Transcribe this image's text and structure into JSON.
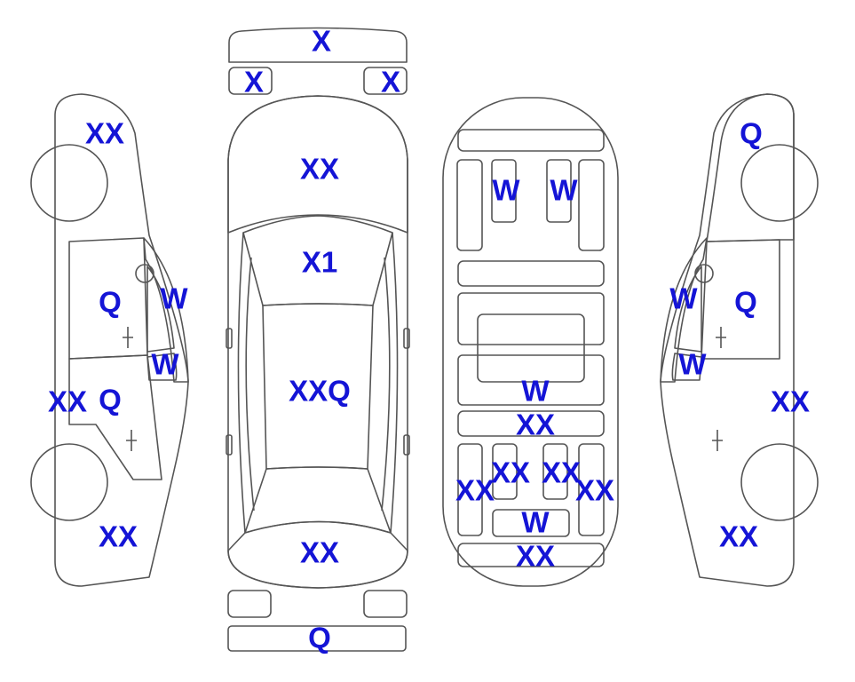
{
  "colors": {
    "orange": "#F9A52F",
    "light_blue": "#DFF6FB",
    "outline": "#555555",
    "label": "#1414D6",
    "white": "#FFFFFF"
  },
  "labels": {
    "top_strip": "X",
    "top_left_tab": "X",
    "top_right_tab": "X",
    "hood": "XX",
    "windshield": "X1",
    "roof": "XXQ",
    "trunk_top": "XX",
    "rear_bumper": "Q",
    "left_front_fender": "XX",
    "left_front_door": "Q",
    "left_front_window": "W",
    "left_rear_window": "W",
    "left_rear_door": "Q",
    "left_rocker": "XX",
    "left_rear_quarter": "XX",
    "interior_seat_left": "W",
    "interior_seat_right": "W",
    "interior_bench": "W",
    "interior_sill": "XX",
    "interior_rear_left": "XX",
    "interior_rear_center_left": "XX",
    "interior_rear_center_right": "XX",
    "interior_rear_right": "XX",
    "interior_trunk_tray": "W",
    "interior_trunk_floor": "XX",
    "right_front_fender": "Q",
    "right_front_window": "W",
    "right_front_door": "Q",
    "right_rear_window": "W",
    "right_rocker": "XX",
    "right_rear_quarter": "XX"
  }
}
